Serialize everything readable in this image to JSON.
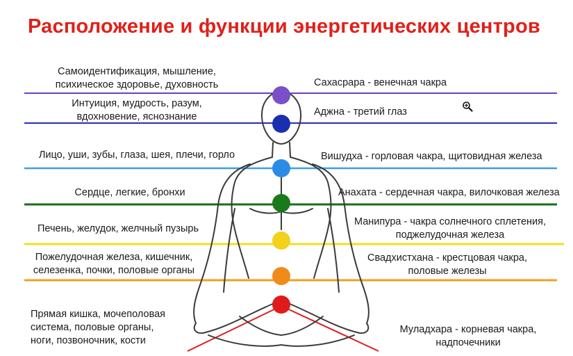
{
  "title": "Расположение и функции энергетических центров",
  "colors": {
    "title": "#e0201a",
    "violet": "#6a3fbf",
    "indigo": "#1f2fb8",
    "blue": "#2b8ce6",
    "green": "#1a7a1a",
    "yellow": "#f2d21a",
    "orange": "#f08a1a",
    "red": "#e01a1a"
  },
  "chakras": [
    {
      "id": "sahasrara",
      "color": "#7a4fc8",
      "line": "#6a3fbf",
      "left": [
        "Самоидентификация, мышление,",
        "психическое здоровье, духовность"
      ],
      "right": [
        "Сахасрара -  венечная чакра"
      ]
    },
    {
      "id": "ajna",
      "color": "#1a2fb0",
      "line": "#2a2ab8",
      "left": [
        "Интуиция, мудрость, разум,",
        "вдохновение, яснознание"
      ],
      "right": [
        "Аджна - третий глаз"
      ]
    },
    {
      "id": "vishuddha",
      "color": "#2b8ce6",
      "line": "#3aa0e6",
      "left": [
        "Лицо, уши, зубы, глаза, шея, плечи, горло"
      ],
      "right": [
        "Вишудха - горловая чакра, щитовидная железа"
      ]
    },
    {
      "id": "anahata",
      "color": "#1a7a1a",
      "line": "#1a6e1a",
      "left": [
        "Сердце, легкие, бронхи"
      ],
      "right": [
        "Анахата - сердечная чакра, вилочковая железа"
      ]
    },
    {
      "id": "manipura",
      "color": "#f2d21a",
      "line": "#f0e020",
      "left": [
        "Печень, желудок, желчный пузырь"
      ],
      "right": [
        "Манипура - чакра солнечного сплетения,",
        "поджелудочная железа"
      ]
    },
    {
      "id": "svadhisthana",
      "color": "#f08a1a",
      "line": "#f0a020",
      "left": [
        "Пожелудочная железа, кишечник,",
        "селезенка, почки, половые органы"
      ],
      "right": [
        "Свадхистхана - крестцовая чакра,",
        "половые железы"
      ]
    },
    {
      "id": "muladhara",
      "color": "#e01a1a",
      "line": "#e01a1a",
      "left": [
        "Прямая кишка, мочеполовая",
        "система, половые органы,",
        "ноги, позвоночник, кости"
      ],
      "right": [
        "Муладхара - корневая чакра,",
        "надпочечники"
      ]
    }
  ]
}
